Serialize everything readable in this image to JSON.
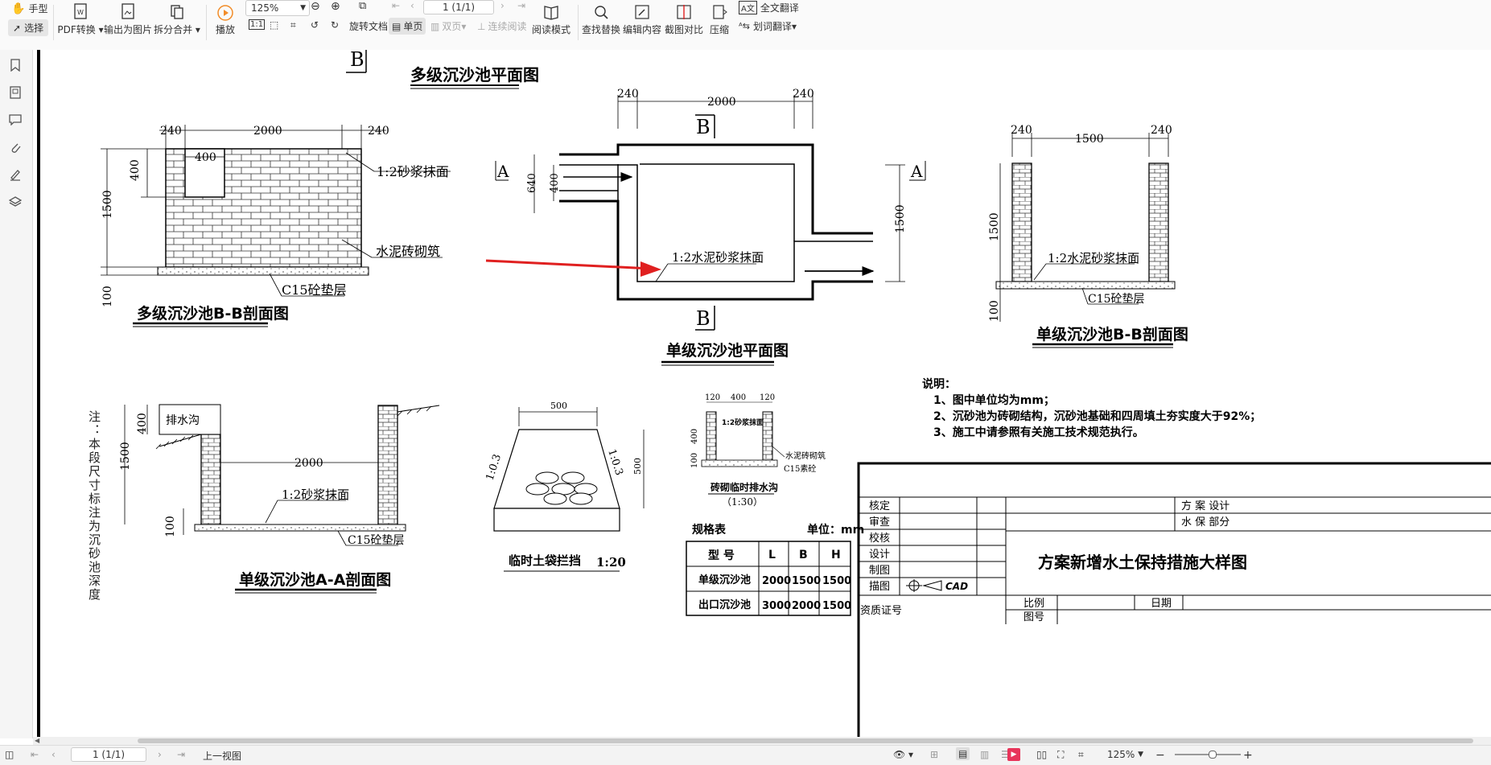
{
  "toolbar": {
    "hand": "手型",
    "select": "选择",
    "pdf_convert": "PDF转换",
    "export_image": "输出为图片",
    "split_merge": "拆分合并",
    "play": "播放",
    "zoom": "125%",
    "page": "1 (1/1)",
    "rotate": "旋转文档",
    "single": "单页",
    "double": "双页",
    "continuous": "连续阅读",
    "reading": "阅读模式",
    "find": "查找替换",
    "edit": "编辑内容",
    "compare": "截图对比",
    "compress": "压缩",
    "translate_full": "全文翻译",
    "translate_word": "划词翻译"
  },
  "drawing": {
    "b_mark": "B",
    "a_mark": "A",
    "multi_plan_title": "多级沉沙池平面图",
    "multi_bb_title": "多级沉沙池B-B剖面图",
    "single_plan_title": "单级沉沙池平面图",
    "single_bb_title": "单级沉沙池B-B剖面图",
    "single_aa_title": "单级沉沙池A-A剖面图",
    "sandbag_title": "临时土袋拦挡",
    "sandbag_scale": "1:20",
    "ditch_title": "砖砌临时排水沟",
    "ditch_scale": "（1:30）",
    "mortar": "1:2砂浆抹面",
    "cement_mortar": "1:2水泥砂浆抹面",
    "brick": "水泥砖砌筑",
    "c15": "C15砼垫层",
    "c15_plain": "C15素砼",
    "ditch_mortar": "1:2砂浆抹面",
    "drain_ditch": "排水沟",
    "slope": "1:0.3",
    "note_vertical": "注：本段尺寸标注为沉砂池深度",
    "dims": {
      "d240": "240",
      "d2000": "2000",
      "d400": "400",
      "d1500": "1500",
      "d100": "100",
      "d640": "640",
      "d500": "500",
      "d120": "120"
    }
  },
  "notes": {
    "heading": "说明：",
    "items": [
      "1、图中单位均为mm；",
      "2、沉砂池为砖砌结构，沉砂池基础和四周填土夯实度大于92%；",
      "3、施工中请参照有关施工技术规范执行。"
    ]
  },
  "spec_table": {
    "title": "规格表",
    "unit": "单位：mm",
    "headers": [
      "型 号",
      "L",
      "B",
      "H"
    ],
    "rows": [
      [
        "单级沉沙池",
        "2000",
        "1500",
        "1500"
      ],
      [
        "出口沉沙池",
        "3000",
        "2000",
        "1500"
      ]
    ]
  },
  "title_block": {
    "roles": [
      "核定",
      "审查",
      "校核",
      "设计",
      "制图",
      "描图"
    ],
    "qualification": "资质证号",
    "phase": "方 案 设计",
    "part": "水 保 部分",
    "drawing_title": "方案新增水土保持措施大样图",
    "scale_label": "比例",
    "date_label": "日期",
    "drawing_no_label": "图号",
    "cad": "CAD"
  },
  "status": {
    "page": "1 (1/1)",
    "prev_view": "上一视图",
    "zoom": "125%"
  },
  "colors": {
    "arrow_red": "#e02020",
    "play_orange": "#f28c28",
    "status_red": "#e8345a"
  }
}
